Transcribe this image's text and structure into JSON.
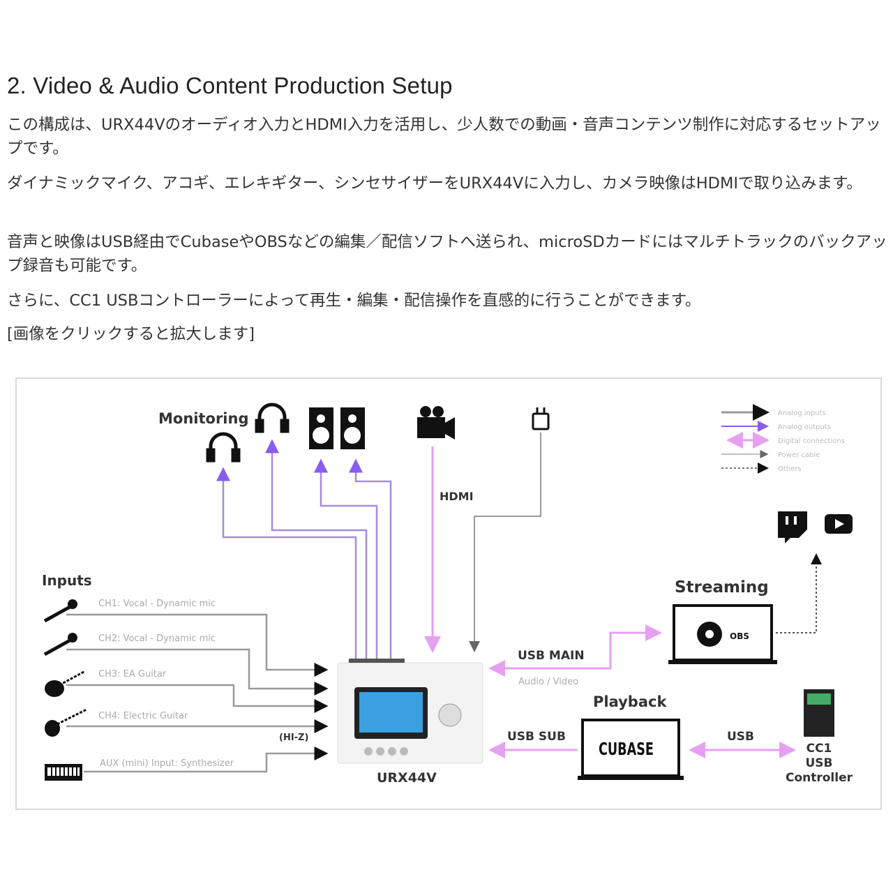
{
  "heading": "2. Video & Audio Content Production Setup",
  "paragraphs": [
    "この構成は、URX44Vのオーディオ入力とHDMI入力を活用し、少人数での動画・音声コンテンツ制作に対応するセットアップです。",
    "ダイナミックマイク、アコギ、エレキギター、シンセサイザーをURX44Vに入力し、カメラ映像はHDMIで取り込みます。",
    "音声と映像はUSB経由でCubaseやOBSなどの編集／配信ソフトへ送られ、microSDカードにはマルチトラックのバックアップ録音も可能です。",
    "さらに、CC1 USBコントローラーによって再生・編集・配信操作を直感的に行うことができます。"
  ],
  "enlarge_link": "[画像をクリックすると拡大します]",
  "diagram": {
    "monitoring": "Monitoring",
    "inputs_title": "Inputs",
    "inputs": [
      "CH1: Vocal - Dynamic mic",
      "CH2: Vocal - Dynamic mic",
      "CH3: EA Guitar",
      "CH4: Electric Guitar",
      "AUX (mini) Input: Synthesizer"
    ],
    "hiz": "(HI-Z)",
    "hdmi": "HDMI",
    "device": "URX44V",
    "usb_main": "USB MAIN",
    "audio_video": "Audio / Video",
    "usb_sub": "USB SUB",
    "usb": "USB",
    "streaming": "Streaming",
    "obs": "OBS",
    "playback": "Playback",
    "cubase": "CUBASE",
    "controller": [
      "CC1",
      "USB",
      "Controller"
    ],
    "legend": [
      "Analog inputs",
      "Analog outputs",
      "Digital connections",
      "Power cable",
      "Others"
    ],
    "colors": {
      "analog_in": "#999999",
      "analog_out": "#9b7fd6",
      "digital": "#e8a6f0",
      "power": "#aaaaaa"
    }
  }
}
